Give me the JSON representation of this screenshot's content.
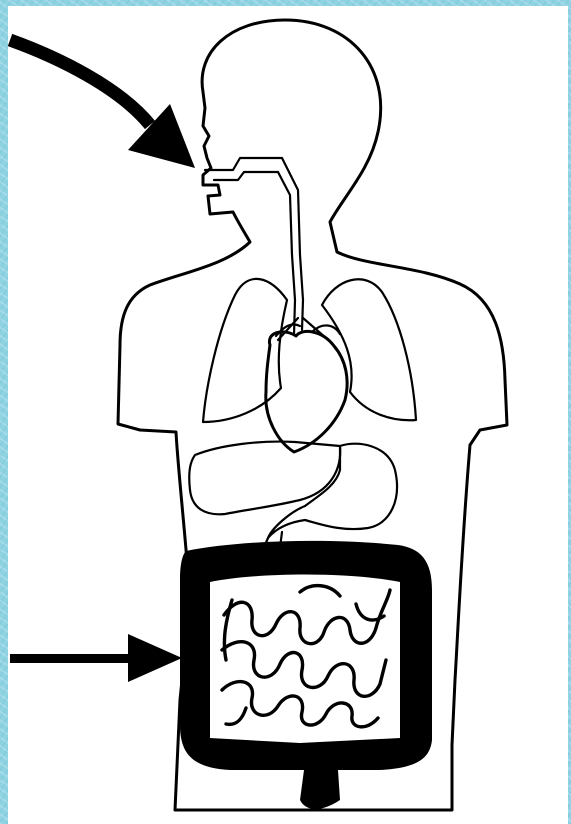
{
  "colors": {
    "background": "#8fd3e3",
    "panel": "#ffffff",
    "ink": "#000000"
  },
  "organs": [
    "head",
    "trachea",
    "lungs",
    "heart",
    "liver",
    "stomach",
    "small-intestine",
    "large-intestine"
  ],
  "arrows": [
    {
      "id": "arrow-to-mouth",
      "points_to": "mouth"
    },
    {
      "id": "arrow-to-large-intestine",
      "points_to": "large-intestine"
    }
  ]
}
